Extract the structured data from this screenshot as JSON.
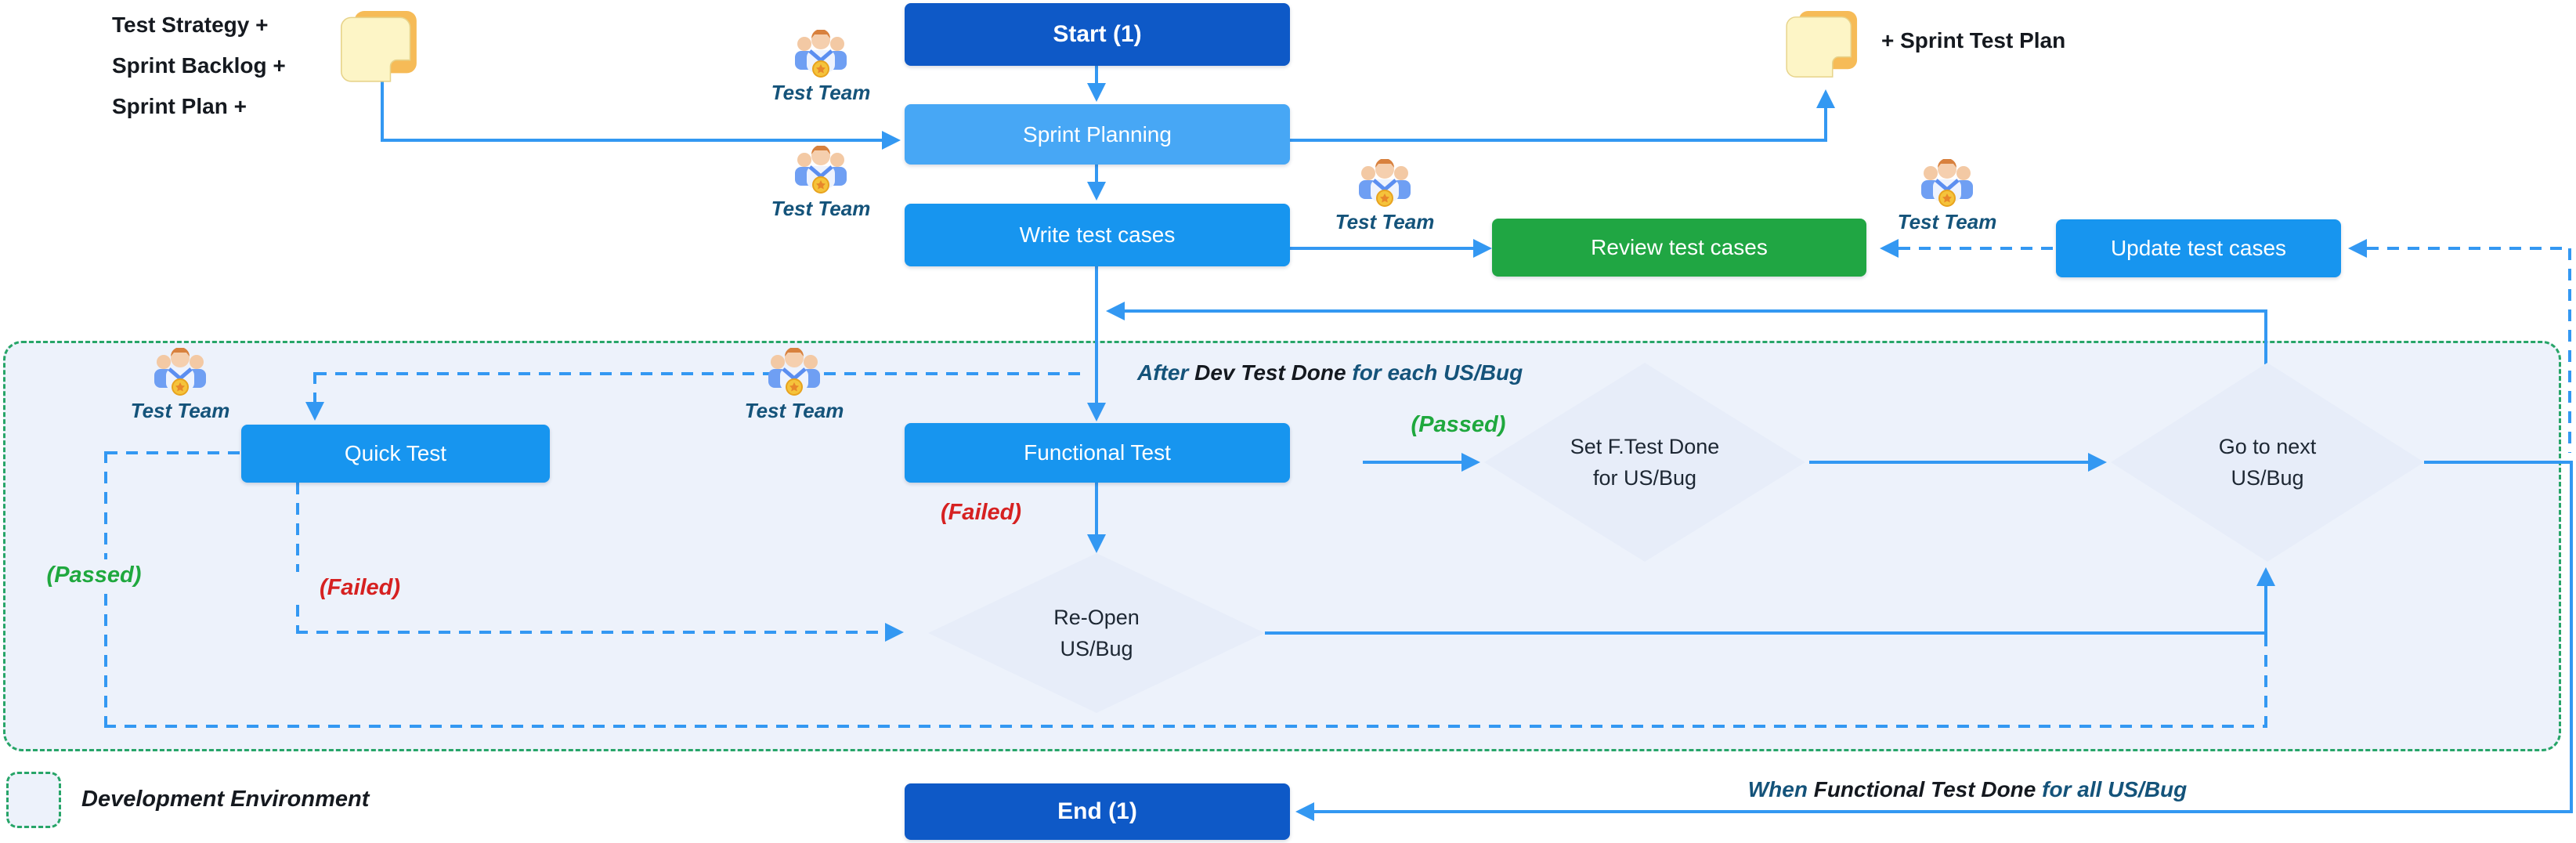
{
  "documents": {
    "left_lines": [
      "Test Strategy +",
      "Sprint Backlog +",
      "Sprint Plan +"
    ],
    "right_label": "+ Sprint Test Plan"
  },
  "labels": {
    "test_team": "Test Team",
    "development_environment": "Development Environment"
  },
  "nodes": {
    "start": "Start (1)",
    "sprint_planning": "Sprint Planning",
    "write_test_cases": "Write test cases",
    "review_test_cases": "Review test cases",
    "update_test_cases": "Update test cases",
    "quick_test": "Quick Test",
    "functional_test": "Functional Test",
    "set_ftest_done": [
      "Set F.Test Done",
      "for US/Bug"
    ],
    "go_to_next": [
      "Go to next",
      "US/Bug"
    ],
    "reopen": [
      "Re-Open",
      "US/Bug"
    ],
    "end": "End (1)"
  },
  "annotations": {
    "after_dev": {
      "prefix": "After ",
      "bold": "Dev Test Done",
      "suffix": " for each US/Bug"
    },
    "when_done": {
      "prefix": "When ",
      "bold": "Functional Test Done",
      "suffix": " for all US/Bug"
    },
    "passed": "(Passed)",
    "failed": "(Failed)"
  },
  "colors": {
    "start_end_fill": "#0e59c7",
    "process_fill": "#1795ef",
    "sprint_planning_fill": "#47a7f5",
    "review_fill": "#20a643",
    "connector_blue": "#3398f2",
    "container_dash_green": "#27a568",
    "container_fill": "#edf2fb",
    "diamond_fill": "#e7edf9",
    "passed_text": "#1fa83e",
    "failed_text": "#d62121",
    "team_label_text": "#14537a"
  }
}
